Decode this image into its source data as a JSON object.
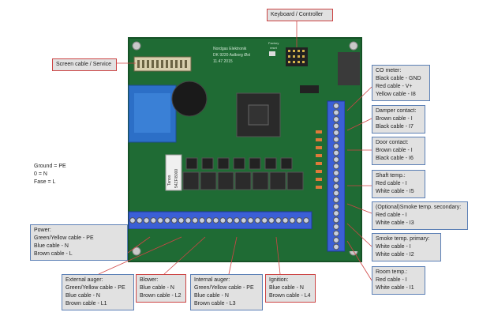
{
  "labels": {
    "keyboard": "Keyboard / Controller",
    "screen_cable": "Screen cable / Service",
    "ground_block": [
      "Ground = PE",
      "0 = N",
      "Fase = L"
    ],
    "power": [
      "Power:",
      "Green/Yellow cable - PE",
      "Blue cable - N",
      "Brown cable - L"
    ],
    "external_auger": [
      "External auger:",
      "Green/Yellow cable - PE",
      "Blue cable - N",
      "Brown cable - L1"
    ],
    "blower": [
      "Blower:",
      "Blue cable - N",
      "Brown cable - L2"
    ],
    "internal_auger": [
      "Internal auger:",
      "Green/Yellow cable - PE",
      "Blue cable - N",
      "Brown cable - L3"
    ],
    "ignition": [
      "Ignition:",
      "Blue cable - N",
      "Brown cable - L4"
    ],
    "co_meter": [
      "CO meter:",
      "Black cable - GND",
      "Red cable - V+",
      "Yellow cable - I8"
    ],
    "damper": [
      "Damper contact:",
      "Brown cable - I",
      "Black cable - I7"
    ],
    "door": [
      "Door contact:",
      "Brown cable - I",
      "Black cable - I6"
    ],
    "shaft": [
      "Shaft temp.:",
      "Red cable - I",
      "White cable - I5"
    ],
    "smoke_secondary": [
      "(Optional)Smoke temp. secondary:",
      "Red cable - I",
      "White cable - I3"
    ],
    "smoke_primary": [
      "Smoke temp. primary:",
      "White cable - I",
      "White cable - I2"
    ],
    "room": [
      "Room temp.:",
      "Red cable - I",
      "White cable - I1"
    ]
  },
  "board": {
    "silkscreen": [
      "Nordgas Elektronik",
      "DK 9220 Aalborg Øst",
      "11.47 2015"
    ],
    "factory_reset": [
      "Factory",
      "reset"
    ],
    "relay_text": "Tanos",
    "relay_text2": "54ZF/8000"
  },
  "colors": {
    "pcb": "#1f6b34",
    "pcb_dark": "#155226",
    "terminal": "#3b5fd6",
    "label_bg": "#e1e1e1",
    "border_red": "#cc4444",
    "border_blue": "#5b7fb5",
    "leader": "#d04545"
  }
}
